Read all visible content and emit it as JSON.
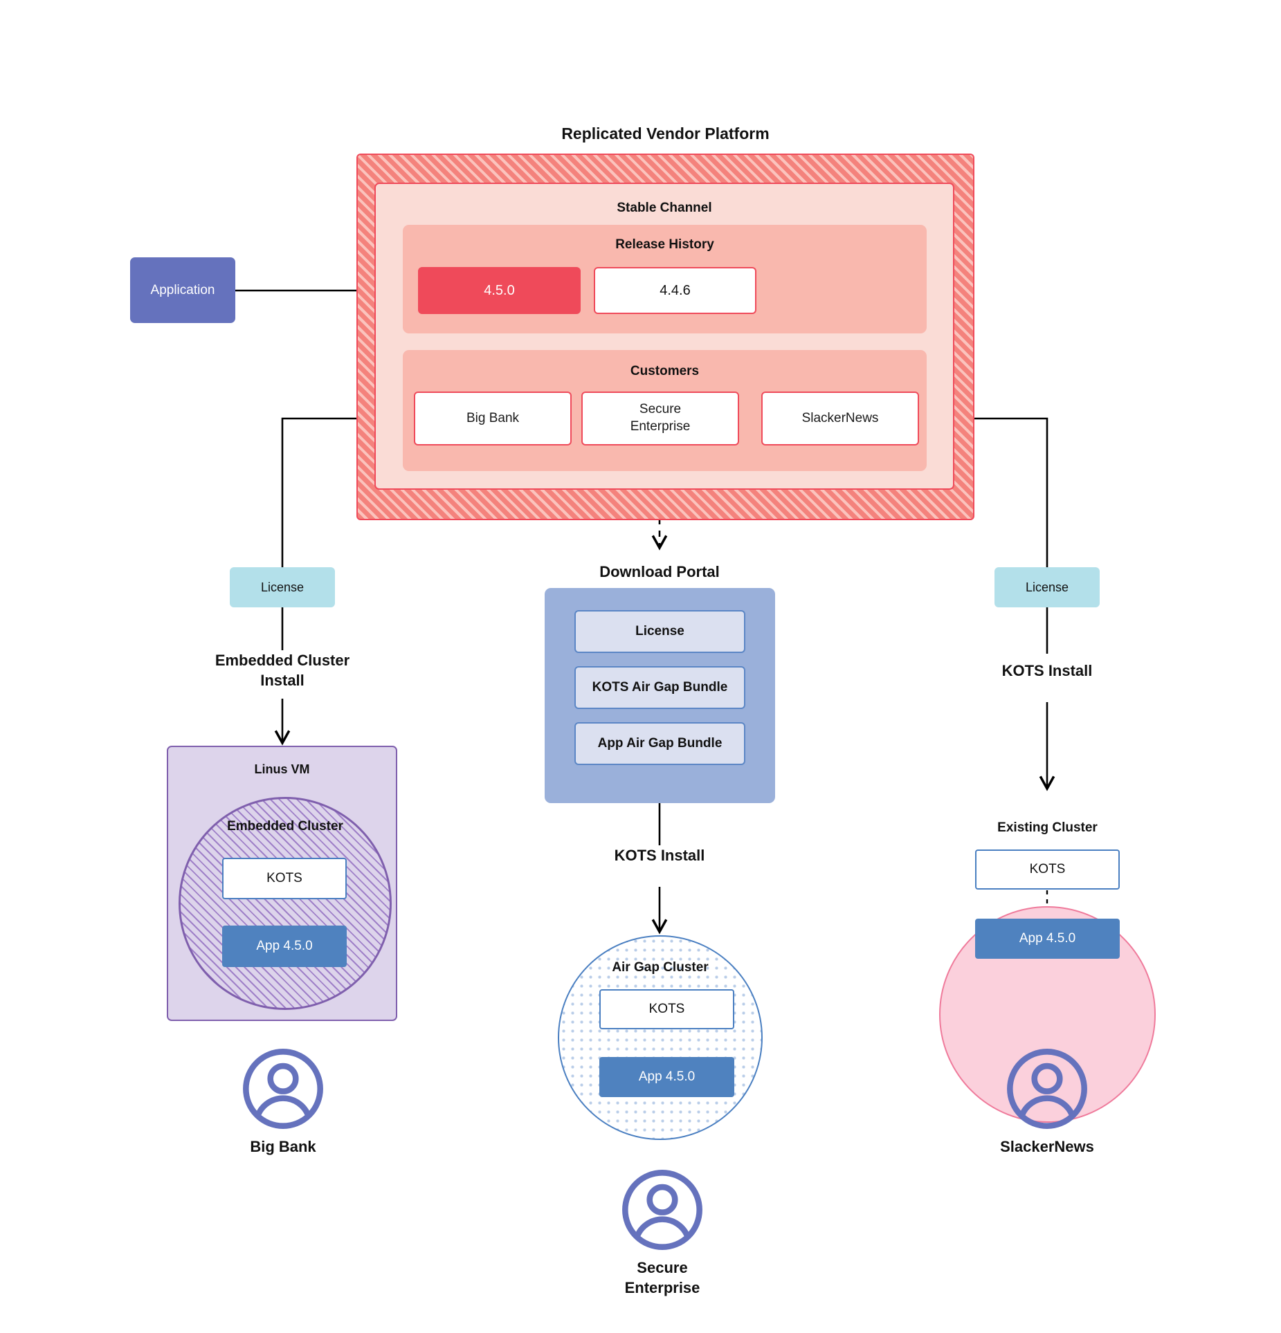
{
  "diagram": {
    "title": "Replicated Vendor Platform",
    "application_box": {
      "label": "Application"
    },
    "stable_channel": {
      "heading": "Stable Channel",
      "release_history": {
        "heading": "Release History",
        "releases": [
          {
            "version": "4.5.0",
            "state": "current"
          },
          {
            "version": "4.4.6",
            "state": "previous"
          }
        ]
      },
      "customers": {
        "heading": "Customers",
        "items": [
          {
            "name": "Big Bank"
          },
          {
            "name": "Secure\nEnterprise"
          },
          {
            "name": "SlackerNews"
          }
        ]
      }
    },
    "left_branch": {
      "license_label": "License",
      "install_label": "Embedded Cluster\nInstall",
      "vm_label": "Linus VM",
      "cluster_label": "Embedded Cluster",
      "kots_label": "KOTS",
      "app_label": "App 4.5.0",
      "persona_label": "Big Bank"
    },
    "middle_branch": {
      "portal_title": "Download  Portal",
      "portal_items": [
        {
          "label": "License"
        },
        {
          "label": "KOTS Air Gap Bundle"
        },
        {
          "label": "App Air Gap Bundle"
        }
      ],
      "install_label": "KOTS Install",
      "cluster_label": "Air Gap Cluster",
      "kots_label": "KOTS",
      "app_label": "App 4.5.0",
      "persona_label": "Secure\nEnterprise"
    },
    "right_branch": {
      "license_label": "License",
      "install_label": "KOTS Install",
      "cluster_label": "Existing Cluster",
      "kots_label": "KOTS",
      "app_label": "App 4.5.0",
      "persona_label": "SlackerNews"
    },
    "colors": {
      "platform_hatch": "#f4827c",
      "platform_border": "#ef4a5a",
      "channel_bg": "#fadcd6",
      "panel_bg": "#f9b8ae",
      "release_current": "#ef4a5a",
      "application_blue": "#6572bd",
      "license_cyan": "#b3e0ea",
      "portal_blue": "#9ab0da",
      "portal_item_bg": "#dbe0f0",
      "vm_purple": "#ddd4eb",
      "vm_border": "#7f5fad",
      "airgap_border": "#4a7fc1",
      "existing_pink": "#fbd0dc",
      "existing_border": "#ef7a9b",
      "app_chip_blue": "#4f82bf",
      "persona_purple": "#6572bd"
    }
  }
}
